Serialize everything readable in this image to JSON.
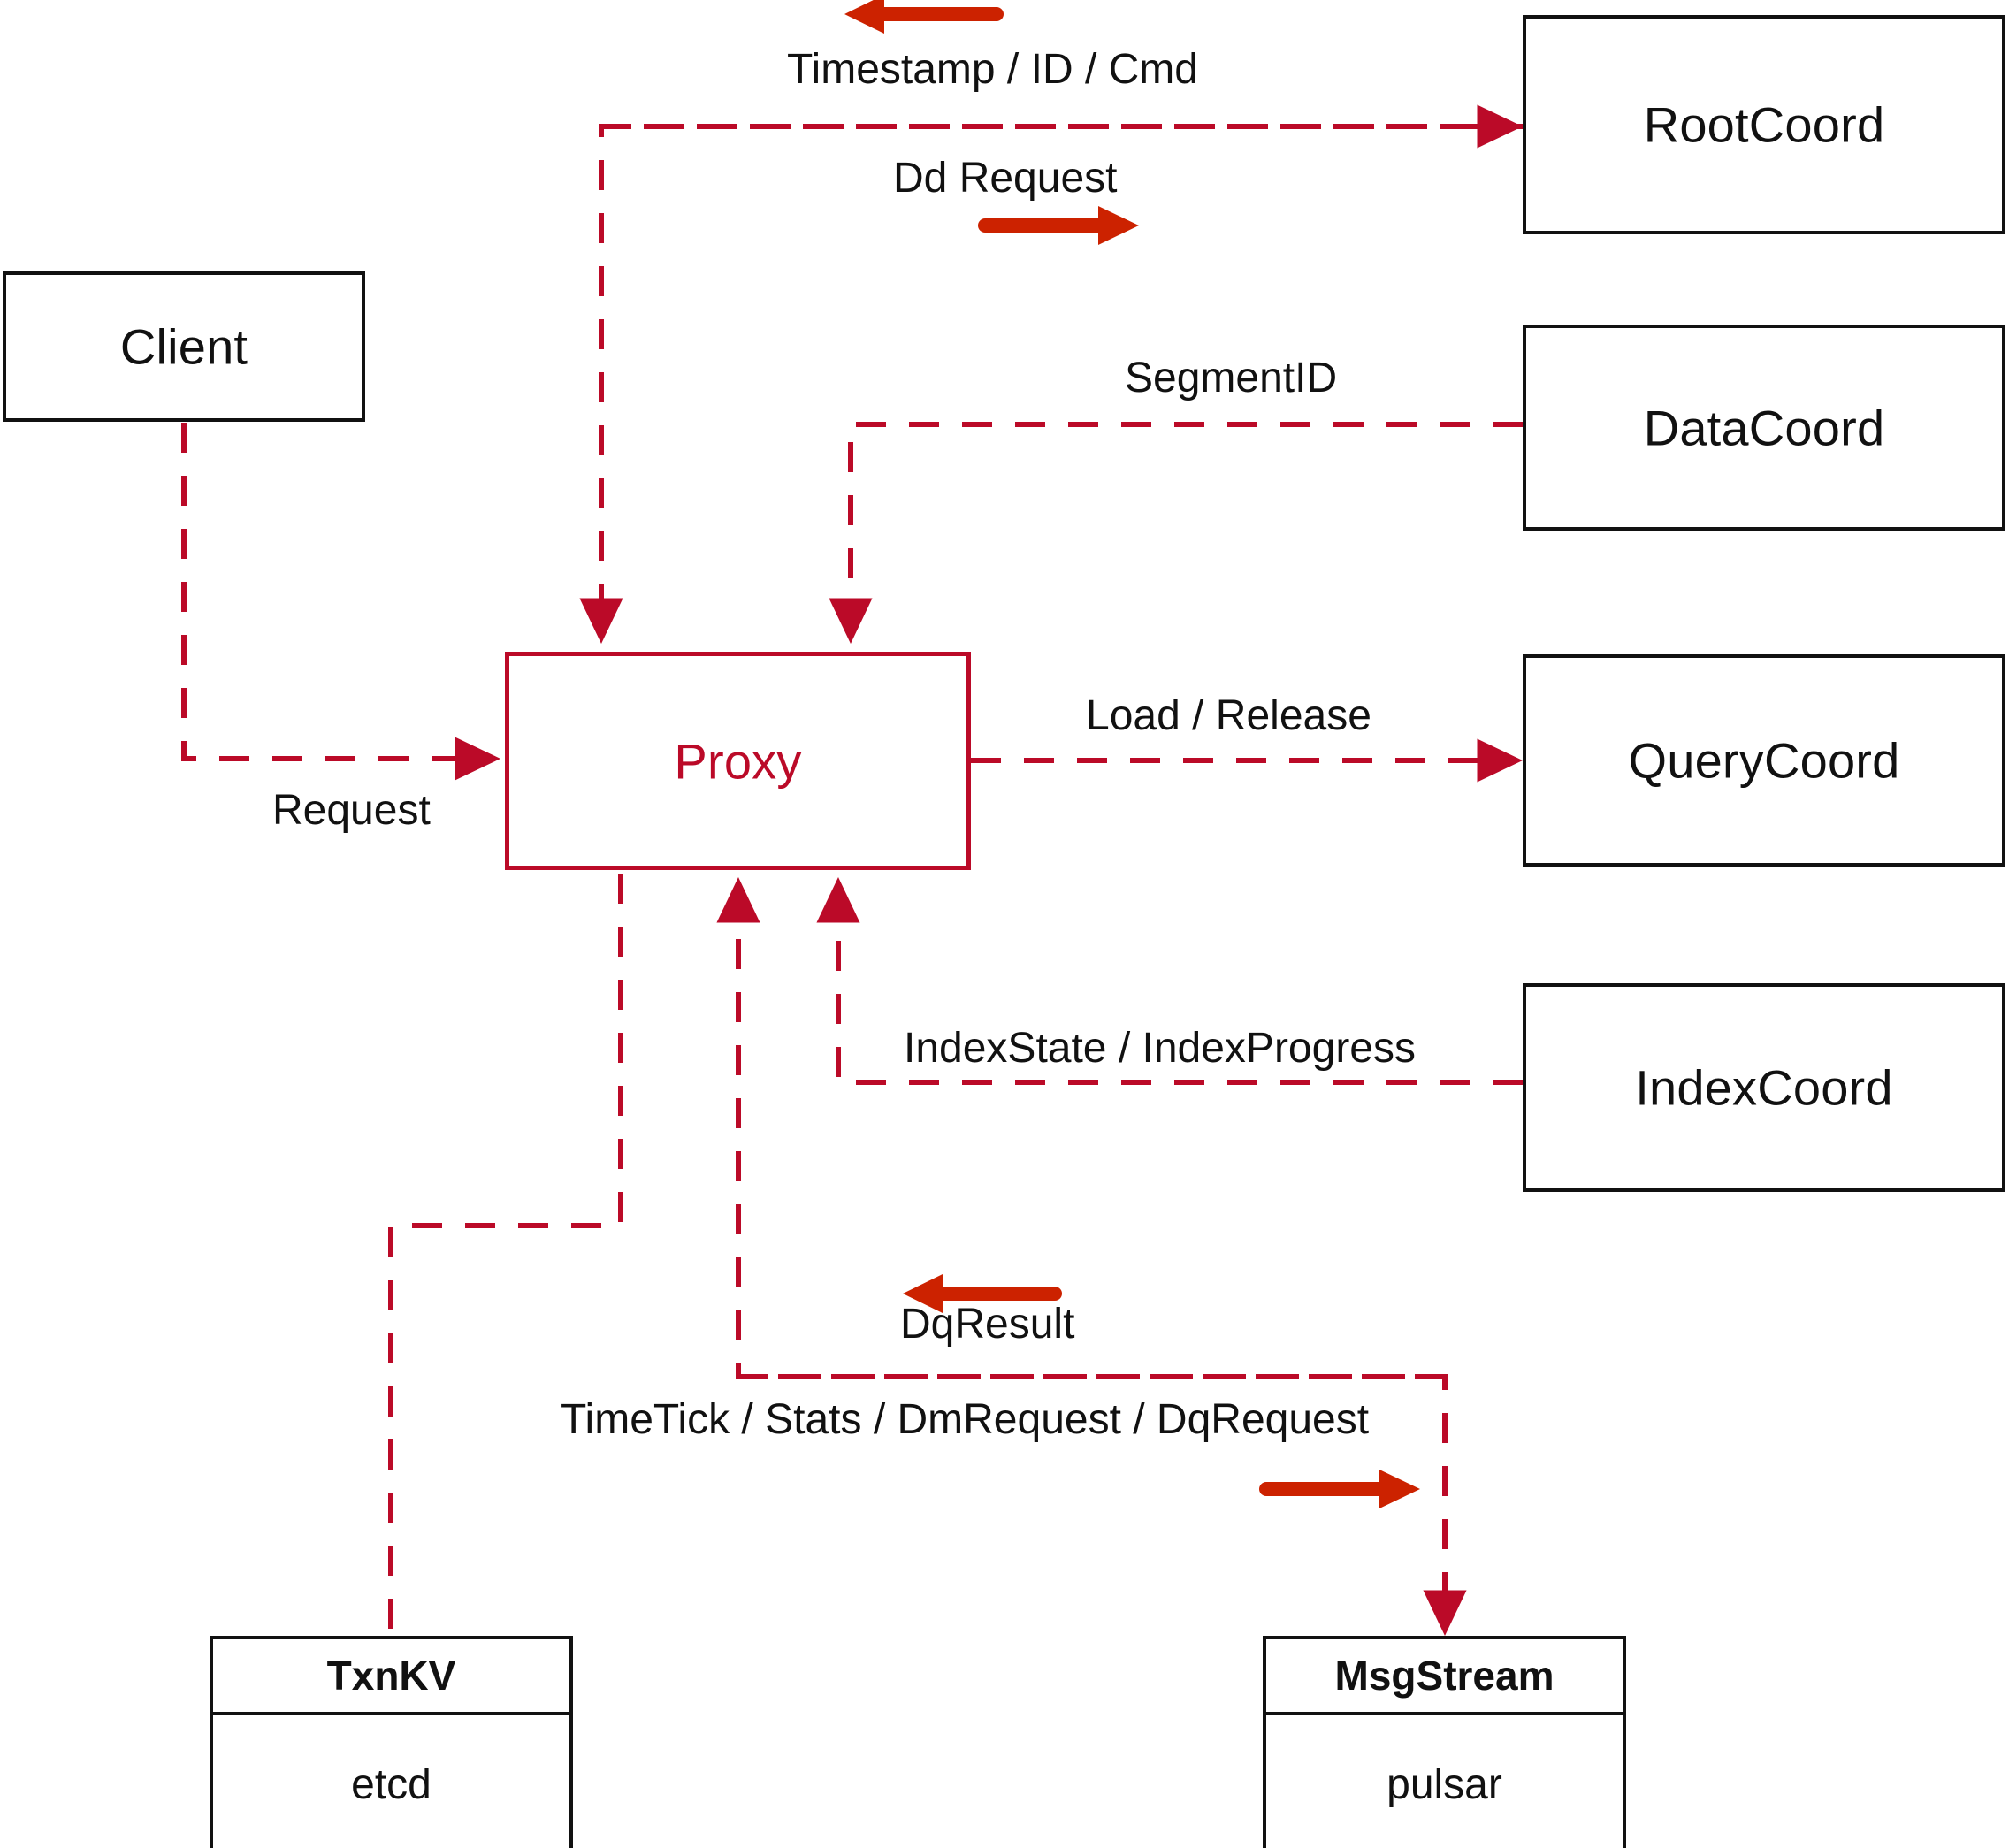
{
  "diagram": {
    "title": "Milvus Proxy Interaction Diagram",
    "colors": {
      "node_border": "#111111",
      "proxy_border": "#bb0a28",
      "proxy_text": "#bb0a28",
      "dashed_line": "#bb0a28",
      "arrow_glyph": "#cc2200",
      "background": "#ffffff"
    },
    "nodes": [
      {
        "id": "client",
        "label": "Client",
        "style": "plain"
      },
      {
        "id": "proxy",
        "label": "Proxy",
        "style": "highlighted"
      },
      {
        "id": "rootcoord",
        "label": "RootCoord",
        "style": "plain"
      },
      {
        "id": "datacoord",
        "label": "DataCoord",
        "style": "plain"
      },
      {
        "id": "querycoord",
        "label": "QueryCoord",
        "style": "plain"
      },
      {
        "id": "indexcoord",
        "label": "IndexCoord",
        "style": "plain"
      }
    ],
    "stacked_nodes": [
      {
        "id": "txnkv",
        "header": "TxnKV",
        "body": "etcd"
      },
      {
        "id": "msgstream",
        "header": "MsgStream",
        "body": "pulsar"
      }
    ],
    "edge_labels": [
      {
        "id": "timestamp-id-cmd",
        "text": "Timestamp / ID / Cmd"
      },
      {
        "id": "dd-request",
        "text": "Dd Request"
      },
      {
        "id": "segmentid",
        "text": "SegmentID"
      },
      {
        "id": "request",
        "text": "Request"
      },
      {
        "id": "load-release",
        "text": "Load / Release"
      },
      {
        "id": "index-state",
        "text": "IndexState / IndexProgress"
      },
      {
        "id": "dq-result",
        "text": "DqResult"
      },
      {
        "id": "timetick-stats",
        "text": "TimeTick / Stats / DmRequest / DqRequest"
      }
    ],
    "edges": [
      {
        "from": "rootcoord",
        "to": "proxy",
        "label": "Timestamp / ID / Cmd",
        "direction": "left"
      },
      {
        "from": "proxy",
        "to": "rootcoord",
        "label": "Dd Request",
        "direction": "right"
      },
      {
        "from": "datacoord",
        "to": "proxy",
        "label": "SegmentID",
        "direction": "left"
      },
      {
        "from": "client",
        "to": "proxy",
        "label": "Request",
        "direction": "right"
      },
      {
        "from": "proxy",
        "to": "querycoord",
        "label": "Load / Release",
        "direction": "right"
      },
      {
        "from": "indexcoord",
        "to": "proxy",
        "label": "IndexState / IndexProgress",
        "direction": "left"
      },
      {
        "from": "msgstream",
        "to": "proxy",
        "label": "DqResult",
        "direction": "left"
      },
      {
        "from": "proxy",
        "to": "msgstream",
        "label": "TimeTick / Stats / DmRequest / DqRequest",
        "direction": "right"
      },
      {
        "from": "proxy",
        "to": "txnkv",
        "label": "",
        "direction": "down"
      }
    ]
  }
}
